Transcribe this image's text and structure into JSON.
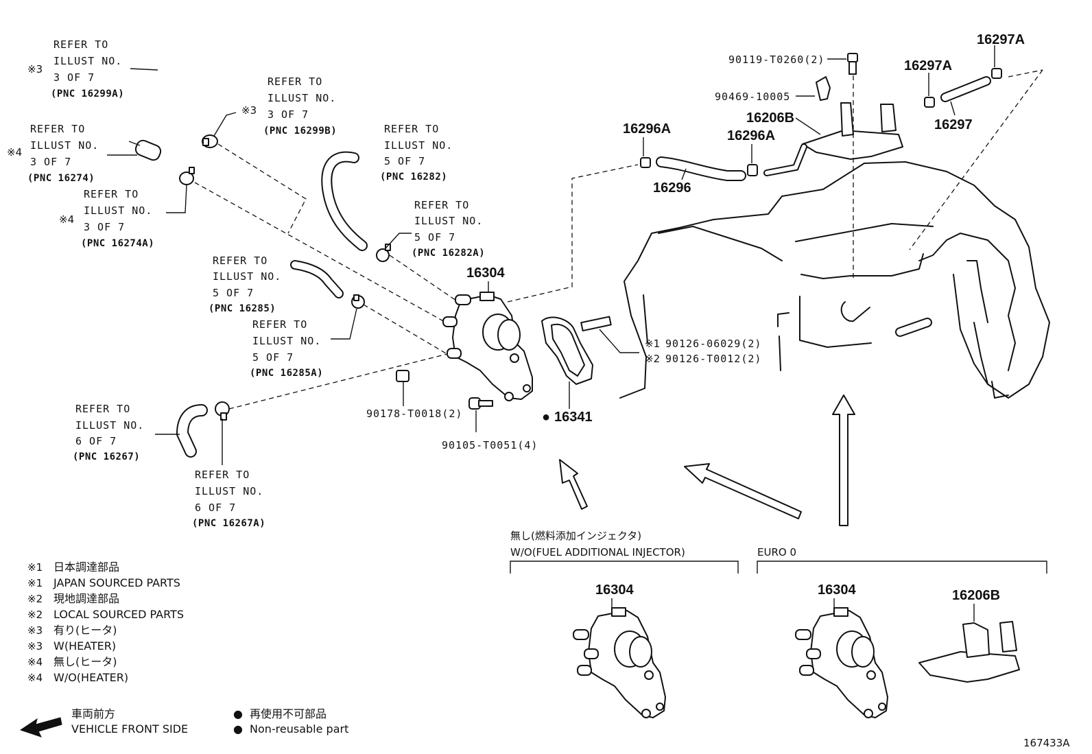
{
  "refers": [
    {
      "l1": "REFER TO",
      "l2": "ILLUST NO.",
      "l3": "3 OF 7",
      "pnc": "(PNC 16299A)",
      "mark": "※3"
    },
    {
      "l1": "REFER TO",
      "l2": "ILLUST NO.",
      "l3": "3 OF 7",
      "pnc": "(PNC 16299B)",
      "mark": "※3"
    },
    {
      "l1": "REFER TO",
      "l2": "ILLUST NO.",
      "l3": "3 OF 7",
      "pnc": "(PNC 16274)",
      "mark": "※4"
    },
    {
      "l1": "REFER TO",
      "l2": "ILLUST NO.",
      "l3": "3 OF 7",
      "pnc": "(PNC 16274A)",
      "mark": "※4"
    },
    {
      "l1": "REFER TO",
      "l2": "ILLUST NO.",
      "l3": "5 OF 7",
      "pnc": "(PNC 16282)"
    },
    {
      "l1": "REFER TO",
      "l2": "ILLUST NO.",
      "l3": "5 OF 7",
      "pnc": "(PNC 16282A)"
    },
    {
      "l1": "REFER TO",
      "l2": "ILLUST NO.",
      "l3": "5 OF 7",
      "pnc": "(PNC 16285)"
    },
    {
      "l1": "REFER TO",
      "l2": "ILLUST NO.",
      "l3": "5 OF 7",
      "pnc": "(PNC 16285A)"
    },
    {
      "l1": "REFER TO",
      "l2": "ILLUST NO.",
      "l3": "6 OF 7",
      "pnc": "(PNC 16267)"
    },
    {
      "l1": "REFER TO",
      "l2": "ILLUST NO.",
      "l3": "6 OF 7",
      "pnc": "(PNC 16267A)"
    }
  ],
  "parts": {
    "water_inlet": "16304",
    "gasket": "16341",
    "gasket_mark": "●",
    "stud_mark1": "※1",
    "stud_pn1": "90126-06029(2)",
    "stud_mark2": "※2",
    "stud_pn2": "90126-T0012(2)",
    "nut": "90178-T0018(2)",
    "bolt": "90105-T0051(4)",
    "hose_16296": "16296",
    "clamp_16296a_1": "16296A",
    "clamp_16296a_2": "16296A",
    "bracket": "16206B",
    "bolt_top": "90119-T0260(2)",
    "clip": "90469-10005",
    "clamp_16297a_1": "16297A",
    "clamp_16297a_2": "16297A",
    "hose_16297": "16297"
  },
  "variants": {
    "wo_injector_jp": "無し(燃料添加インジェクタ)",
    "wo_injector_en": "W/O(FUEL ADDITIONAL INJECTOR)",
    "wo_injector_part": "16304",
    "euro0": "EURO 0",
    "euro0_part1": "16304",
    "euro0_part2": "16206B"
  },
  "notes": [
    {
      "mark": "※1",
      "text": "日本調達部品"
    },
    {
      "mark": "※1",
      "text": "JAPAN SOURCED PARTS"
    },
    {
      "mark": "※2",
      "text": "現地調達部品"
    },
    {
      "mark": "※2",
      "text": "LOCAL SOURCED PARTS"
    },
    {
      "mark": "※3",
      "text": "有り(ヒータ)"
    },
    {
      "mark": "※3",
      "text": "W(HEATER)"
    },
    {
      "mark": "※4",
      "text": "無し(ヒータ)"
    },
    {
      "mark": "※4",
      "text": "W/O(HEATER)"
    }
  ],
  "front": {
    "jp": "車両前方",
    "en": "VEHICLE FRONT SIDE"
  },
  "nonreuse": {
    "mark": "●",
    "jp": "再使用不可部品",
    "en": "Non-reusable part"
  },
  "illust_no": "167433A"
}
